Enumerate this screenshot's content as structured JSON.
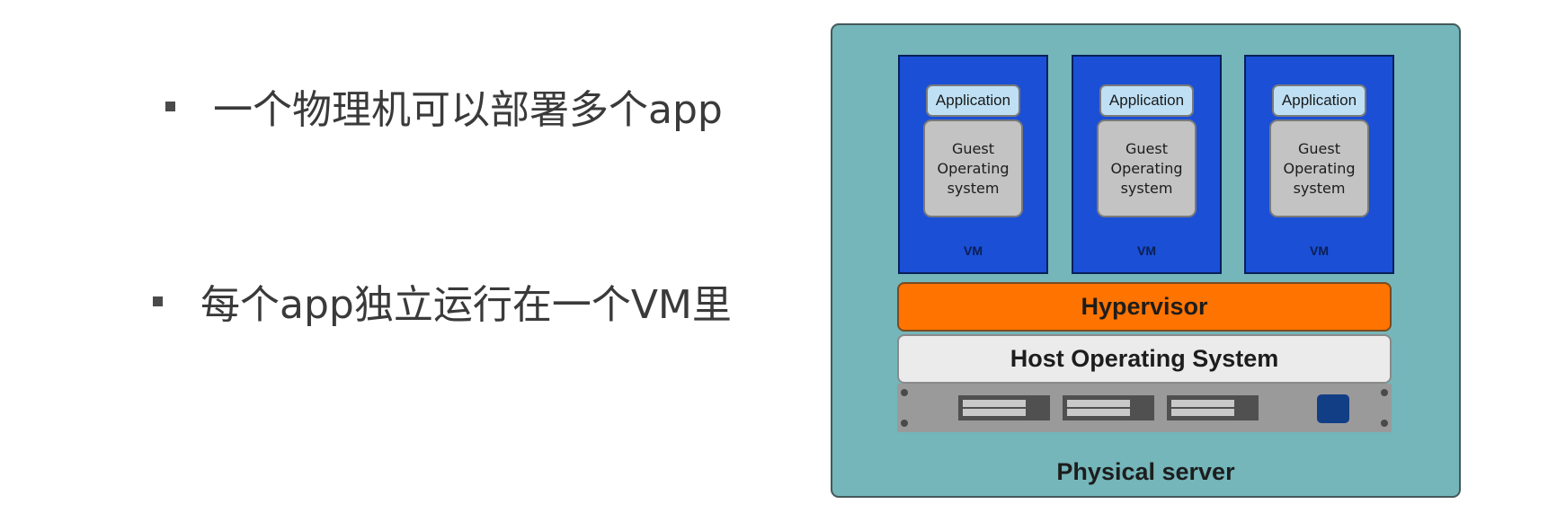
{
  "bullets": [
    "一个物理机可以部署多个app",
    "每个app独立运行在一个VM里"
  ],
  "diagram": {
    "vms": [
      {
        "application": "Application",
        "guest_os": "Guest\nOperating\nsystem",
        "label": "VM"
      },
      {
        "application": "Application",
        "guest_os": "Guest\nOperating\nsystem",
        "label": "VM"
      },
      {
        "application": "Application",
        "guest_os": "Guest\nOperating\nsystem",
        "label": "VM"
      }
    ],
    "hypervisor": "Hypervisor",
    "host_os": "Host Operating System",
    "server_label": "Physical server",
    "colors": {
      "server_bg": "#74b6ba",
      "vm_bg": "#1a4fd6",
      "application_bg": "#bfe0f4",
      "guest_os_bg": "#c3c3c3",
      "hypervisor_bg": "#ff7400",
      "host_os_bg": "#ebebeb",
      "hardware_bg": "#9a9a9a"
    },
    "icons": [
      "server-rack-icon",
      "power-button-icon"
    ]
  }
}
